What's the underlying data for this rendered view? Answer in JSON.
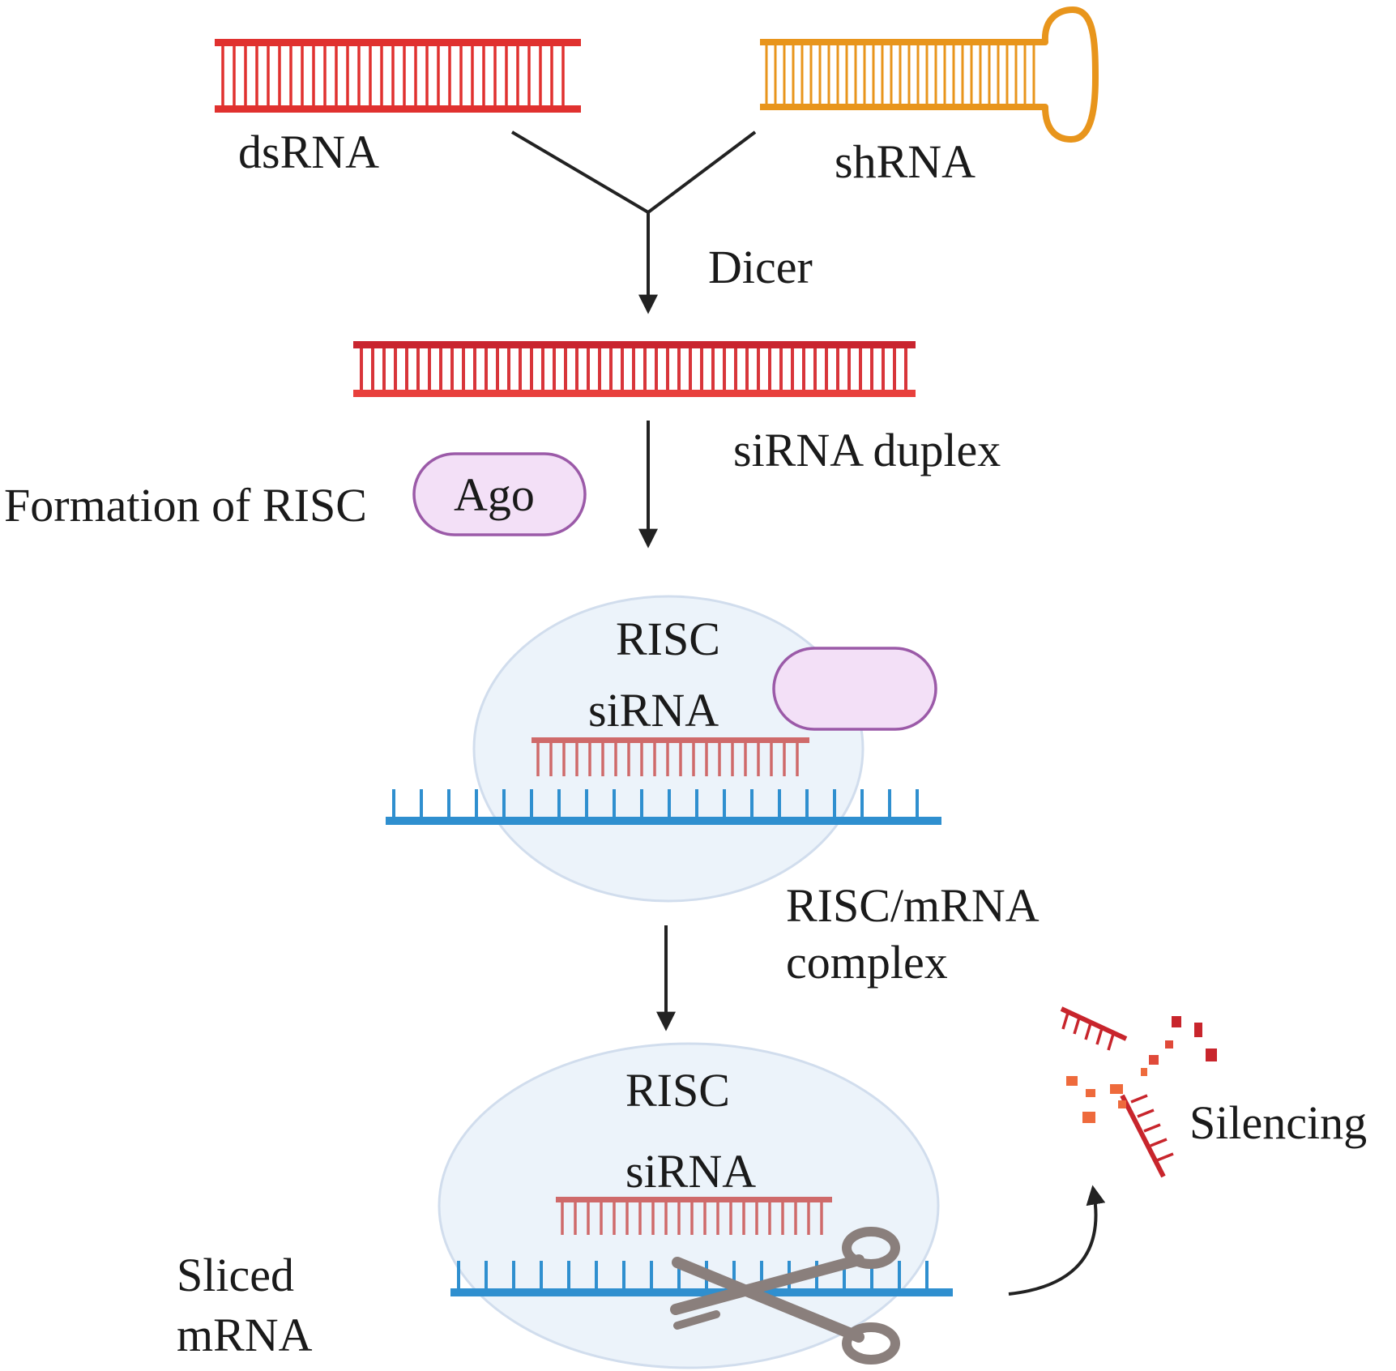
{
  "labels": {
    "dsrna": "dsRNA",
    "shrna": "shRNA",
    "dicer": "Dicer",
    "sirna_duplex": "siRNA duplex",
    "formation": "Formation of RISC",
    "ago": "Ago",
    "risc_1": "RISC",
    "sirna_1": "siRNA",
    "complex_line1": "RISC/mRNA",
    "complex_line2": "complex",
    "risc_2": "RISC",
    "sirna_2": "siRNA",
    "sliced_line1": "Sliced",
    "sliced_line2": "mRNA",
    "silencing": "Silencing"
  },
  "colors": {
    "dsrna": "#e0312f",
    "shrna": "#e8951c",
    "duplex_top": "#c9252f",
    "duplex_bottom": "#e8403c",
    "sirna_strand": "#cf6a6a",
    "mrna": "#2f8fcf",
    "ago_fill": "#f3e0f7",
    "ago_stroke": "#9b5aa8",
    "risc_fill": "#e9f1fa",
    "risc_stroke": "#c9d8ea",
    "scissors": "#8a7f7c",
    "arrow": "#222222",
    "fragments": "#c8252c",
    "fragment_orange": "#ee6a3c"
  },
  "icons": {
    "scissors": "scissors-icon",
    "silencing": "rna-fragments-icon"
  }
}
